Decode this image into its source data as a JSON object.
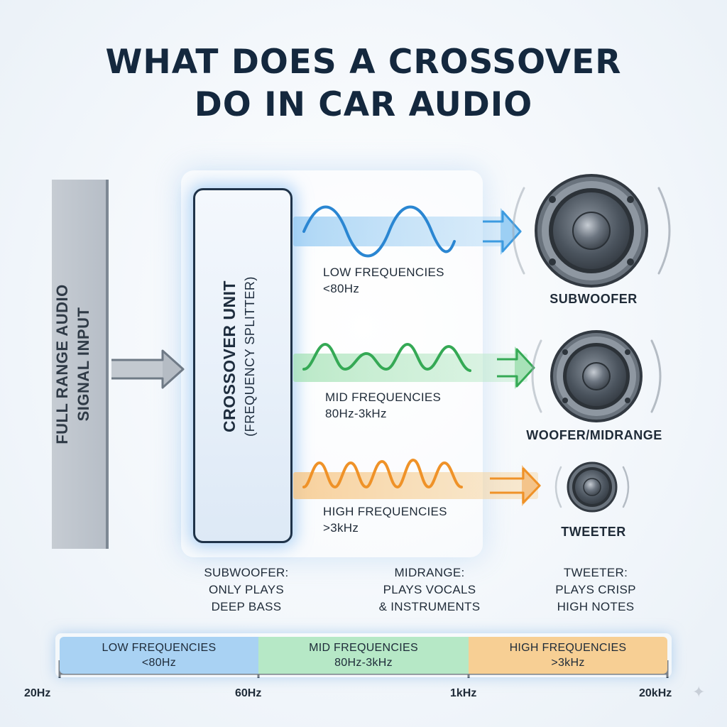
{
  "title": {
    "line1": "WHAT DOES A CROSSOVER",
    "line2": "DO IN CAR AUDIO"
  },
  "input": {
    "line1": "FULL RANGE AUDIO",
    "line2": "SIGNAL INPUT"
  },
  "crossover": {
    "line1": "CROSSOVER UNIT",
    "line2": "(FREQUENCY SPLITTER)"
  },
  "bands": [
    {
      "name": "LOW FREQUENCIES",
      "range": "<80Hz",
      "color": "#3c9be0"
    },
    {
      "name": "MID FREQUENCIES",
      "range": "80Hz-3kHz",
      "color": "#3fb25e"
    },
    {
      "name": "HIGH FREQUENCIES",
      "range": ">3kHz",
      "color": "#f0982b"
    }
  ],
  "speakers": [
    {
      "label": "SUBWOOFER"
    },
    {
      "label": "WOOFER/MIDRANGE"
    },
    {
      "label": "TWEETER"
    }
  ],
  "descriptions": [
    {
      "title": "SUBWOOFER:",
      "line1": "ONLY PLAYS",
      "line2": "DEEP BASS"
    },
    {
      "title": "MIDRANGE:",
      "line1": "PLAYS VOCALS",
      "line2": "& INSTRUMENTS"
    },
    {
      "title": "TWEETER:",
      "line1": "PLAYS CRISP",
      "line2": "HIGH NOTES"
    }
  ],
  "scale": {
    "ticks": [
      "20Hz",
      "60Hz",
      "1kHz",
      "20kHz"
    ],
    "bands": [
      {
        "name": "LOW FREQUENCIES",
        "range": "<80Hz",
        "color": "#a9d2f3"
      },
      {
        "name": "MID FREQUENCIES",
        "range": "80Hz-3kHz",
        "color": "#b6e8c6"
      },
      {
        "name": "HIGH FREQUENCIES",
        "range": ">3kHz",
        "color": "#f7cf94"
      }
    ]
  }
}
